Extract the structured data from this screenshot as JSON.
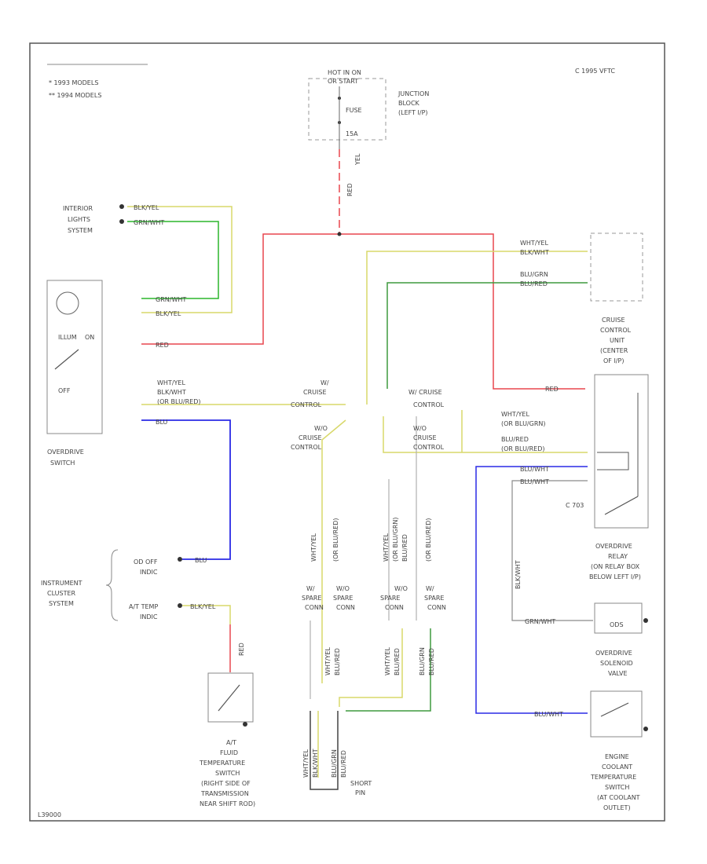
{
  "legend": {
    "line1": "* 1993 MODELS",
    "line2": "** 1994 MODELS"
  },
  "copyright": "C 1995 VFTC",
  "footer_id": "L39000",
  "power": {
    "hot": "HOT IN ON",
    "start": "OR START",
    "fuse": "FUSE",
    "fuse_num": "15A",
    "junction_1": "JUNCTION",
    "junction_2": "BLOCK",
    "junction_3": "(LEFT I/P)",
    "wire_a": "RED",
    "wire_b": "YEL"
  },
  "interior": {
    "l1": "INTERIOR",
    "l2": "LIGHTS",
    "l3": "SYSTEM",
    "w1": "BLK/YEL",
    "w2": "GRN/WHT"
  },
  "switch": {
    "illum": "ILLUM",
    "on": "ON",
    "off": "OFF",
    "w_grn": "GRN/WHT",
    "w_yel": "BLK/YEL",
    "w_red": "RED",
    "w_mid1": "WHT/YEL",
    "w_mid2": "BLK/WHT",
    "w_mid3": "(OR BLU/RED)",
    "w_blu": "BLU",
    "name1": "OVERDRIVE",
    "name2": "SWITCH"
  },
  "cruise": {
    "w_with1": "W/",
    "w_with2": "CRUISE",
    "w_with3": "CONTROL",
    "w_without1": "W/O",
    "w_without2": "CRUISE",
    "w_without3": "CONTROL",
    "r_with1": "W/ CRUISE",
    "r_with2": "CONTROL",
    "r_without1": "W/O",
    "r_without2": "CRUISE",
    "r_without3": "CONTROL"
  },
  "ccu": {
    "w1": "WHT/YEL",
    "w2": "BLK/WHT",
    "w3": "BLU/GRN",
    "w4": "BLU/RED",
    "t1": "CRUISE",
    "t2": "CONTROL",
    "t3": "UNIT",
    "t4": "(CENTER",
    "t5": "OF I/P)"
  },
  "relay": {
    "red": "RED",
    "w1": "WHT/YEL",
    "w2": "(OR BLU/GRN)",
    "w3": "BLU/RED",
    "w4": "(OR BLU/RED)",
    "w5": "BLU/WHT",
    "w6": "BLU/WHT",
    "coil": "C 703",
    "t1": "OVERDRIVE",
    "t2": "RELAY",
    "t3": "(ON RELAY BOX",
    "t4": "BELOW LEFT I/P)"
  },
  "solenoid": {
    "vert": "BLK/WHT",
    "wire": "GRN/WHT",
    "box": "ODS",
    "t1": "OVERDRIVE",
    "t2": "SOLENOID",
    "t3": "VALVE"
  },
  "ect": {
    "wire": "BLU/WHT",
    "t1": "ENGINE",
    "t2": "COOLANT",
    "t3": "TEMPERATURE",
    "t4": "SWITCH",
    "t5": "(AT COOLANT",
    "t6": "OUTLET)"
  },
  "cluster": {
    "od": "OD OFF",
    "od2": "INDIC",
    "at": "A/T TEMP",
    "at2": "INDIC",
    "c1": "INSTRUMENT",
    "c2": "CLUSTER",
    "c3": "SYSTEM",
    "w_blu": "BLU",
    "w_at": "BLK/YEL",
    "w_red": "RED"
  },
  "spare": {
    "v1a": "WHT/YEL",
    "v1b": "(OR BLU/RED)",
    "v2a": "WHT/YEL",
    "v2b": "(OR BLU/GRN)",
    "v2c": "BLU/RED",
    "v2d": "(OR BLU/RED)",
    "s1a": "W/",
    "s1b": "SPARE",
    "s1c": "CONN",
    "s2a": "W/O",
    "s2b": "SPARE",
    "s2c": "CONN",
    "s3a": "W/O",
    "s3b": "SPARE",
    "s3c": "CONN",
    "s4a": "W/",
    "s4b": "SPARE",
    "s4c": "CONN",
    "b1a": "WHT/YEL",
    "b1b": "BLU/RED",
    "b2a": "WHT/YEL",
    "b2b": "BLU/RED",
    "b3a": "BLU/GRN",
    "b3b": "BLU/RED",
    "p1a": "WHT/YEL",
    "p1b": "BLK/WHT",
    "p2a": "BLU/GRN",
    "p2b": "BLU/RED",
    "pin1": "SHORT",
    "pin2": "PIN"
  },
  "atf": {
    "t1": "A/T",
    "t2": "FLUID",
    "t3": "TEMPERATURE",
    "t4": "SWITCH",
    "t5": "(RIGHT SIDE OF",
    "t6": "TRANSMISSION",
    "t7": "NEAR SHIFT ROD)"
  },
  "colors": {
    "red": "#e8474f",
    "green": "#2bb52b",
    "yellow": "#d8d86a",
    "blue": "#2a2ae6",
    "dgreen": "#3f9a3f",
    "grey": "#8a8a8a"
  }
}
